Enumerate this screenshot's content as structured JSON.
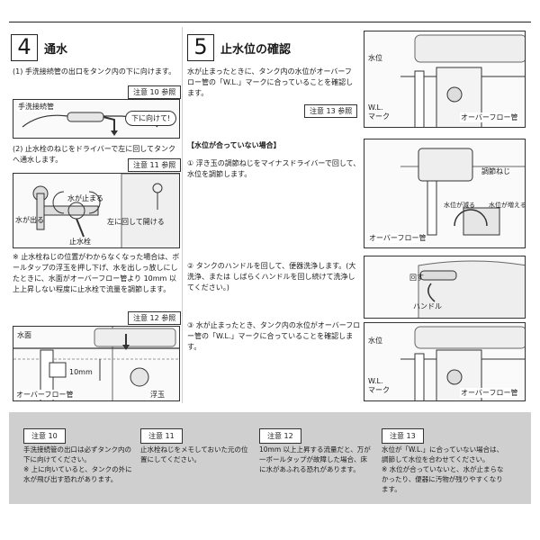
{
  "step4": {
    "number": "4",
    "title": "通水",
    "item1": "(1) 手洗接続管の出口をタンク内の下に向けます。",
    "tag1": "注意 10 参照",
    "fig1_label_pipe": "手洗接続管",
    "fig1_callout": "下に向けて!",
    "item2": "(2) 止水栓のねじをドライバーで左に回してタンクへ通水します。",
    "tag2": "注意 11 参照",
    "fig2_label_stop": "水が止まる",
    "fig2_label_out": "水が出る",
    "fig2_label_turn": "左に回して開ける",
    "fig2_label_valve": "止水栓",
    "note": "※ 止水栓ねじの位置がわからなくなった場合は、ボールタップの浮玉を押し下げ、水を出しっ放しにしたときに、水面がオーバーフロー管より 10mm 以上上昇しない程度に止水栓で流量を調節します。",
    "tag3": "注意 12 参照",
    "fig3_label_surface": "水面",
    "fig3_label_mm": "10mm",
    "fig3_label_overflow": "オーバーフロー管",
    "fig3_label_float": "浮玉"
  },
  "step5": {
    "number": "5",
    "title": "止水位の確認",
    "intro": "水が止まったときに、タンク内の水位がオーバーフロー管の「W.L.」マークに合っていることを確認します。",
    "tag1": "注意 13 参照",
    "fig1_label_level": "水位",
    "fig1_label_wl": "W.L.\nマーク",
    "fig1_label_overflow": "オーバーフロー管",
    "mismatch_heading": "【水位が合っていない場合】",
    "item1": "① 浮き玉の調節ねじをマイナスドライバーで回して、水位を調節します。",
    "fig2_label_screw": "調節ねじ",
    "fig2_label_down": "水位が減る",
    "fig2_label_up": "水位が増える",
    "fig2_label_overflow": "オーバーフロー管",
    "item2": "② タンクのハンドルを回して、便器洗浄します。(大洗浄、または しばらくハンドルを回し続けて洗浄してください。)",
    "fig3_label_turn": "回す",
    "fig3_label_handle": "ハンドル",
    "item3": "③ 水が止まったとき、タンク内の水位がオーバーフロー管の「W.L.」マークに合っていることを確認します。",
    "fig4_label_level": "水位",
    "fig4_label_wl": "W.L.\nマーク",
    "fig4_label_overflow": "オーバーフロー管"
  },
  "notes": [
    {
      "tag": "注意 10",
      "text": "手洗接続管の出口は必ずタンク内の下に向けてください。\n※ 上に向いていると、タンクの外に水が飛び出す恐れがあります。"
    },
    {
      "tag": "注意 11",
      "text": "止水栓ねじをメモしておいた元の位置にしてください。"
    },
    {
      "tag": "注意 12",
      "text": "10mm 以上上昇する流量だと、万が一ボールタップが故障した場合、床に水があふれる恐れがあります。"
    },
    {
      "tag": "注意 13",
      "text": "水位が「W.L.」に合っていない場合は、調節して水位を合わせてください。\n※ 水位が合っていないと、水が止まらなかったり、便器に汚物が残りやすくなります。"
    }
  ]
}
